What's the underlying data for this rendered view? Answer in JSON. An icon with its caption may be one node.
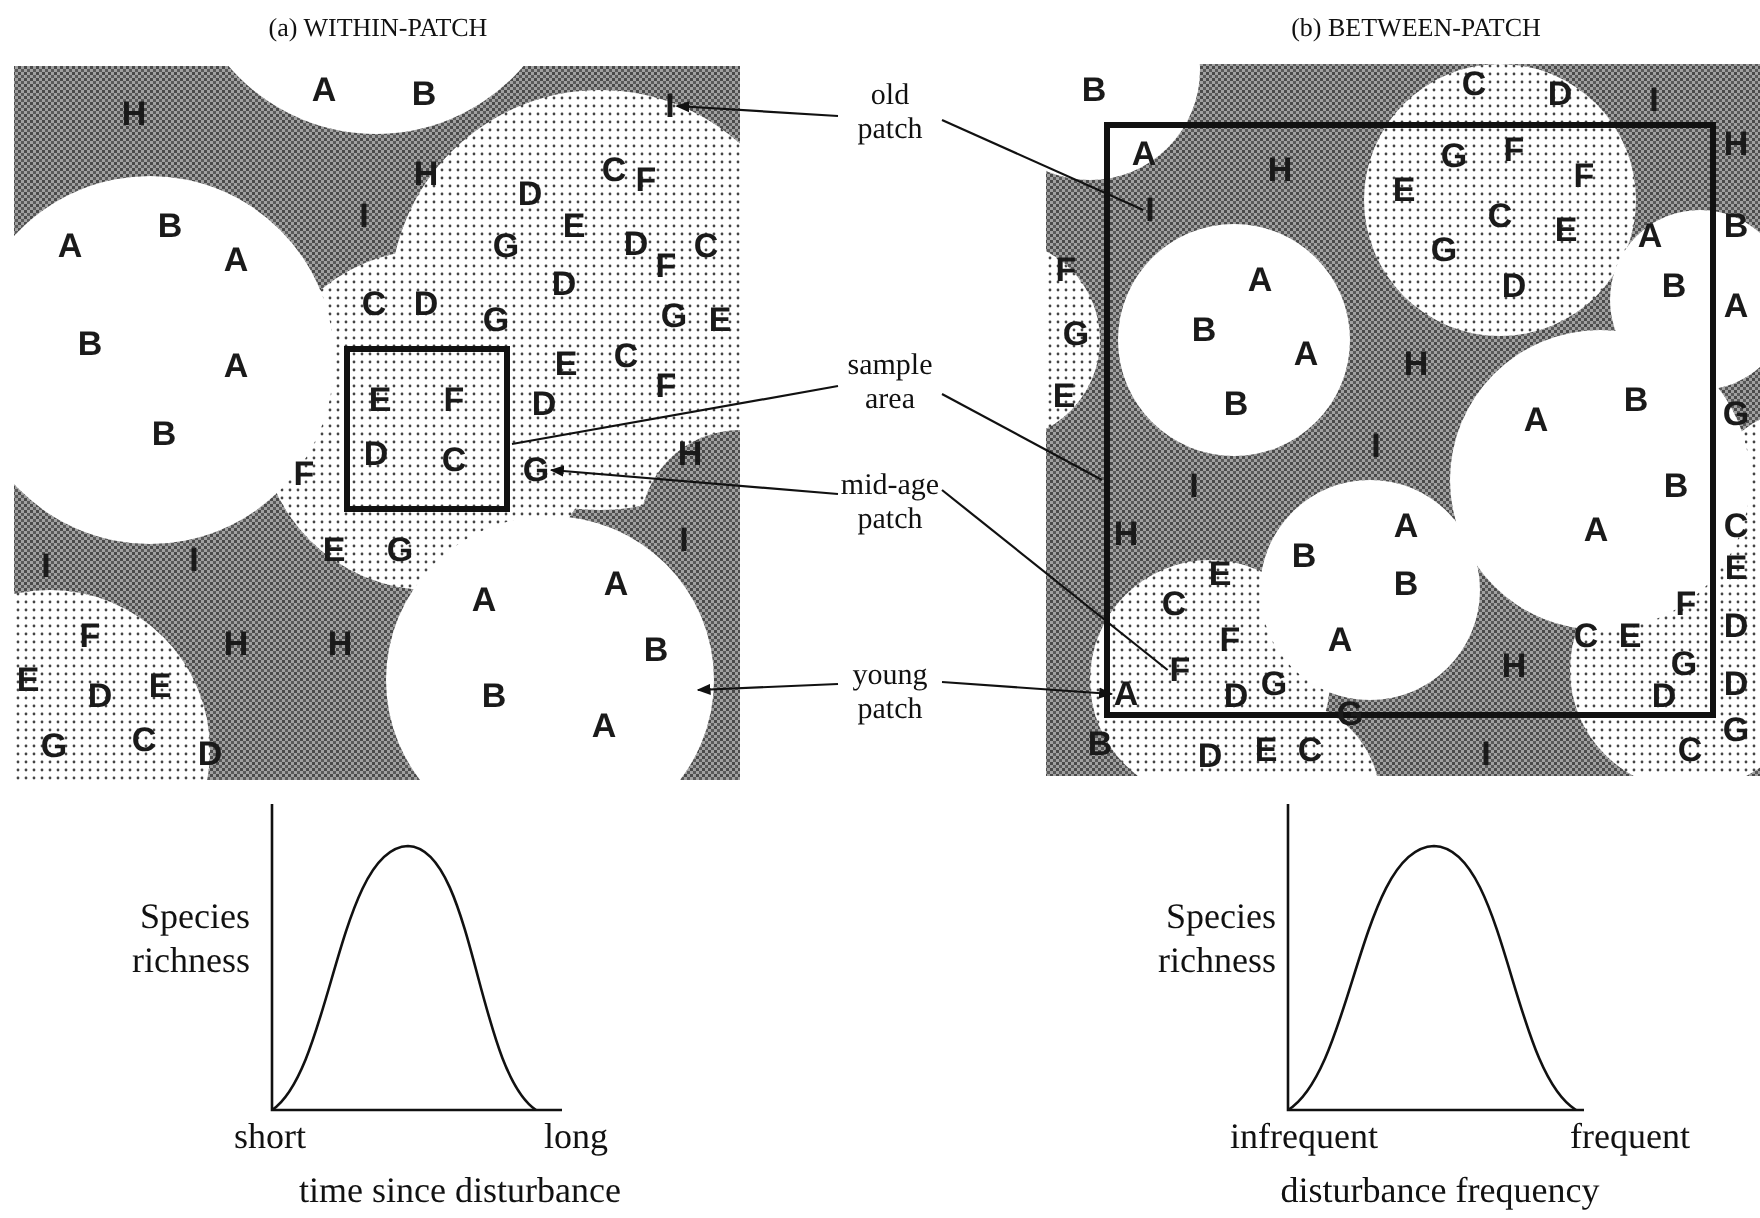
{
  "diagram": {
    "nodes": [
      {
        "text": [
          "old patch"
        ]
      },
      {
        "text": [
          "sample area"
        ]
      },
      {
        "text": [
          "mid-age patch"
        ]
      },
      {
        "text": [
          "young patch"
        ]
      },
      {
        "text": [],
        "shape": "box"
      },
      {
        "text": [],
        "shape": "box"
      },
      {
        "text": [
          "I"
        ]
      },
      {
        "text": [
          "G"
        ]
      },
      {
        "text": [
          "I"
        ],
        "in": 5
      },
      {
        "text": [
          "F"
        ],
        "in": 5
      },
      {
        "text": [
          "A"
        ],
        "in": 5
      }
    ],
    "edges": [
      {
        "from": 0,
        "to": 6,
        "arrow": "to"
      },
      {
        "from": 0,
        "to": 8,
        "arrow": "none"
      },
      {
        "from": 1,
        "to": 4,
        "arrow": "none"
      },
      {
        "from": 1,
        "to": 5,
        "arrow": "none"
      },
      {
        "from": 2,
        "to": 7,
        "arrow": "to"
      },
      {
        "from": 2,
        "to": 9,
        "arrow": "none"
      },
      {
        "from": 3,
        "to": null,
        "arrow": "to"
      },
      {
        "from": 3,
        "to": 10,
        "arrow": "to"
      }
    ],
    "labels": [
      "(a) WITHIN-PATCH",
      "(b) BETWEEN-PATCH",
      "A",
      "B",
      "H",
      "H",
      "C",
      "F",
      "D",
      "I",
      "E",
      "B",
      "A",
      "G",
      "D",
      "C",
      "A",
      "F",
      "D",
      "C",
      "D",
      "G",
      "E",
      "G",
      "B",
      "C",
      "E",
      "A",
      "F",
      "E",
      "F",
      "D",
      "B",
      "D",
      "H",
      "C",
      "F",
      "I",
      "E",
      "G",
      "I",
      "I",
      "A",
      "A",
      "F",
      "H",
      "H",
      "B",
      "E",
      "E",
      "D",
      "B",
      "A",
      "C",
      "G",
      "D",
      "C",
      "B",
      "D",
      "I",
      "H",
      "G",
      "F",
      "A",
      "H",
      "F",
      "E",
      "C",
      "B",
      "E",
      "A",
      "G",
      "F",
      "A",
      "D",
      "B",
      "A",
      "B",
      "G",
      "A",
      "H",
      "E",
      "B",
      "B",
      "G",
      "A",
      "I",
      "I",
      "B",
      "A",
      "A",
      "H",
      "C",
      "B",
      "E",
      "E",
      "B",
      "C",
      "F",
      "D",
      "C",
      "E",
      "F",
      "A",
      "G",
      "H",
      "G",
      "D",
      "D",
      "D",
      "G",
      "G",
      "B",
      "E",
      "C",
      "C",
      "I",
      "D",
      "Species richness",
      "short",
      "long",
      "time since disturbance",
      "Species richness",
      "infrequent",
      "frequent",
      "disturbance frequency"
    ]
  }
}
